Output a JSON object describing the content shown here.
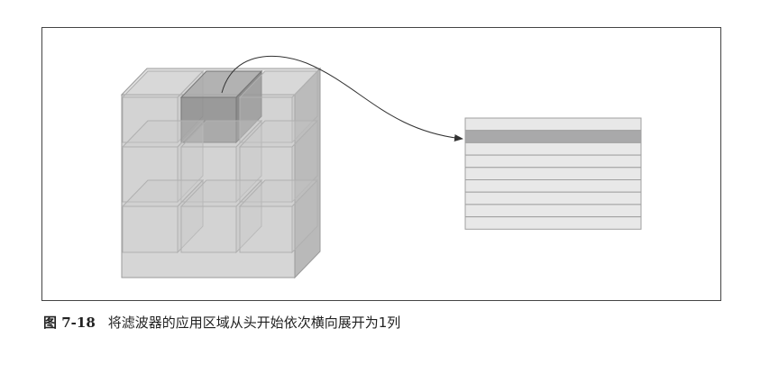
{
  "figure": {
    "caption_number": "图 7-18",
    "caption_text": "将滤波器的应用区域从头开始依次横向展开为1列"
  },
  "diagram": {
    "input_grid": {
      "rows": 3,
      "cols": 3,
      "highlighted_cell": [
        0,
        1
      ]
    },
    "output_matrix": {
      "rows": 9,
      "highlighted_row": 1
    },
    "colors": {
      "face": "#d6d6d6",
      "side": "#b9b9b9",
      "top": "#e0e0e0",
      "highlight": "#8f8f8f",
      "row": "#e8e8e8",
      "row_highlight": "#a9a9aa",
      "edge": "#9a9a9a"
    }
  }
}
